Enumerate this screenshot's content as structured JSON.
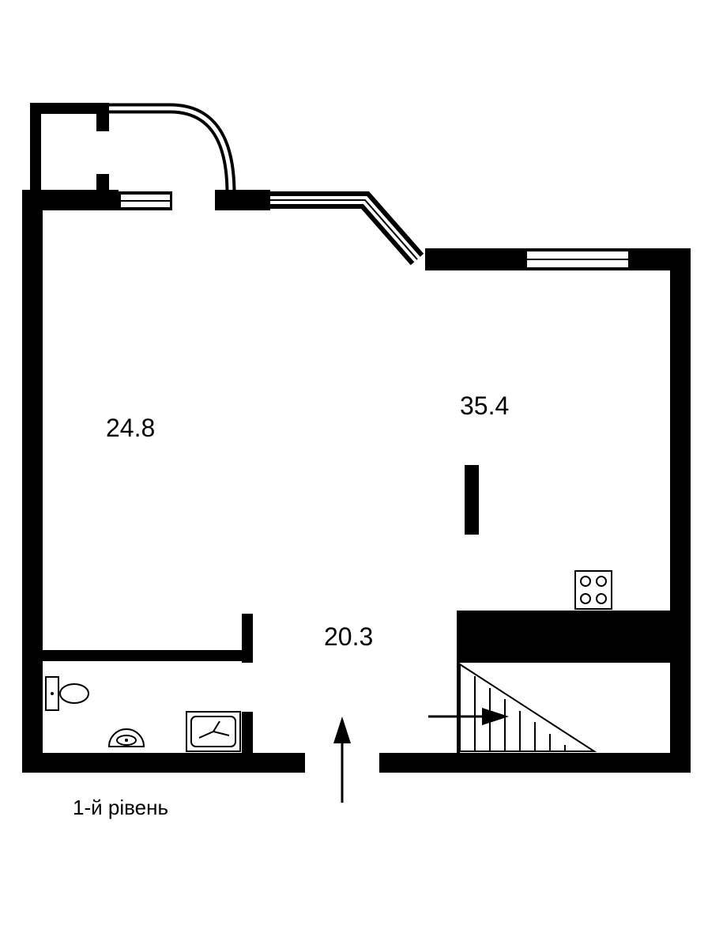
{
  "rooms": [
    {
      "id": "left-room",
      "area": "24.8"
    },
    {
      "id": "right-room",
      "area": "35.4"
    },
    {
      "id": "hall",
      "area": "20.3"
    }
  ],
  "level_label": "1-й рівень",
  "colors": {
    "wall": "#000000",
    "background": "#ffffff"
  }
}
